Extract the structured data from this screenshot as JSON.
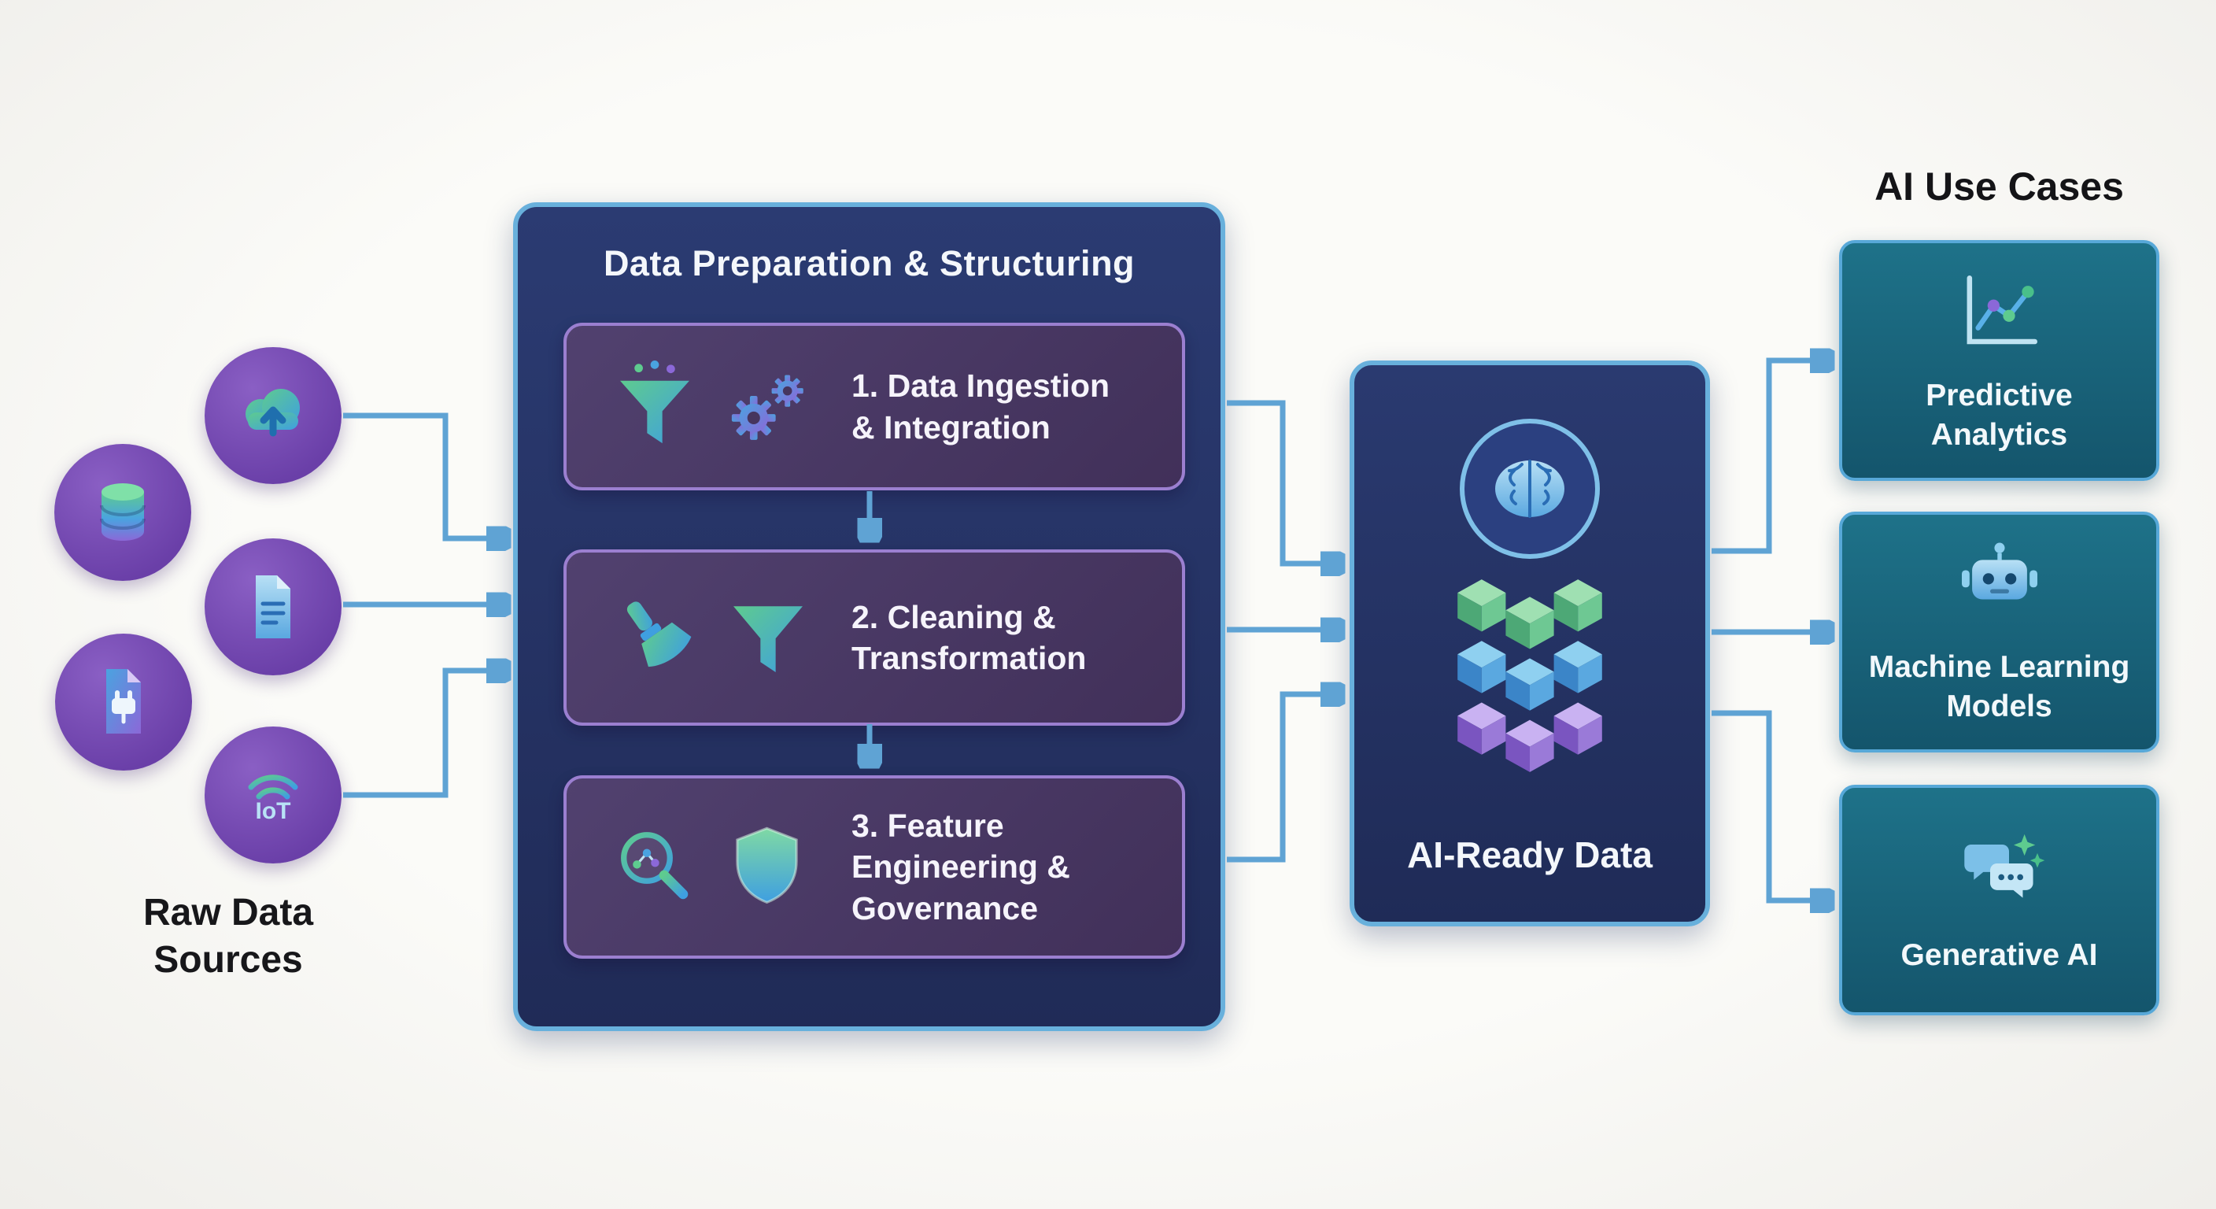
{
  "colors": {
    "background": "#f7f7f4",
    "arrow": "#5fa3d4",
    "navy_box": "#233162",
    "navy_border": "#68b0dc",
    "purple_box": "#4a3763",
    "purple_border": "#9b7fd0",
    "teal_box": "#19677e",
    "teal_border": "#57a8d8",
    "source_circle": "#7a4fb5",
    "icon_green": "#5ecb8f",
    "icon_blue": "#4aa3e0",
    "icon_purple": "#8b68d8",
    "text_light": "#ffffff",
    "text_dark": "#17171a"
  },
  "raw_sources": {
    "label": "Raw Data\nSources",
    "icons": [
      {
        "name": "cloud-upload-icon"
      },
      {
        "name": "database-icon"
      },
      {
        "name": "document-icon"
      },
      {
        "name": "connector-file-icon"
      },
      {
        "name": "iot-icon",
        "text": "IoT"
      }
    ]
  },
  "prep": {
    "title": "Data Preparation & Structuring",
    "steps": [
      {
        "label": "1. Data Ingestion\n& Integration",
        "icons": [
          "funnel-icon",
          "gears-icon"
        ]
      },
      {
        "label": "2. Cleaning &\nTransformation",
        "icons": [
          "brush-icon",
          "funnel-icon"
        ]
      },
      {
        "label": "3. Feature\nEngineering &\nGovernance",
        "icons": [
          "scatter-magnifier-icon",
          "shield-icon"
        ]
      }
    ]
  },
  "ai_ready": {
    "label": "AI-Ready Data",
    "icons": [
      "brain-icon",
      "data-cubes-icon"
    ]
  },
  "use_cases": {
    "title": "AI Use Cases",
    "items": [
      {
        "label": "Predictive\nAnalytics",
        "icon": "line-chart-icon"
      },
      {
        "label": "Machine Learning\nModels",
        "icon": "robot-icon"
      },
      {
        "label": "Generative AI",
        "icon": "chat-sparkles-icon"
      }
    ]
  }
}
